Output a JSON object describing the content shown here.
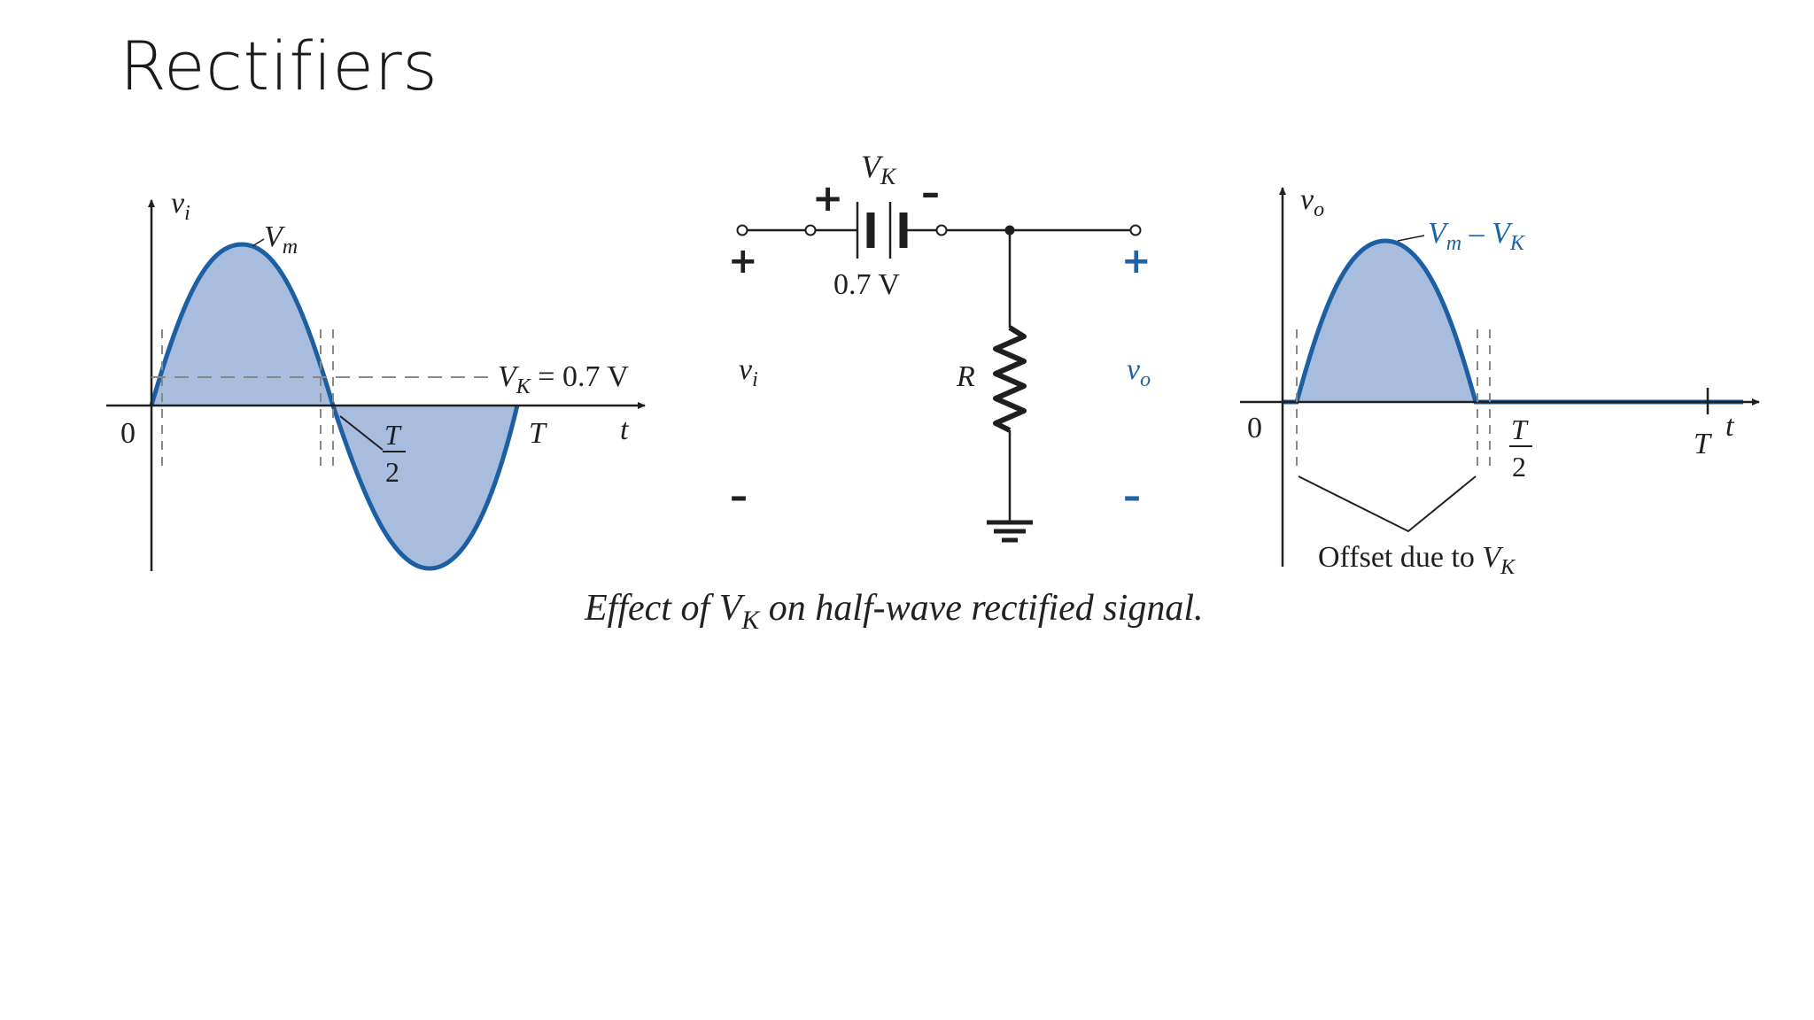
{
  "slide": {
    "title": "Rectifiers"
  },
  "input_plot": {
    "y_label": "v",
    "y_sub": "i",
    "peak_label": "V",
    "peak_sub": "m",
    "origin_label": "0",
    "half_period_num": "T",
    "half_period_den": "2",
    "period_label": "T",
    "t_axis_label": "t",
    "vk_label": "V",
    "vk_sub": "K",
    "vk_value": " = 0.7 V"
  },
  "circuit": {
    "vk_label": "V",
    "vk_sub": "K",
    "battery_value": "0.7 V",
    "battery_plus": "+",
    "battery_minus": "–",
    "in_plus": "+",
    "in_minus": "–",
    "vi_label": "v",
    "vi_sub": "i",
    "r_label": "R",
    "out_plus": "+",
    "out_minus": "–",
    "vo_label": "v",
    "vo_sub": "o"
  },
  "output_plot": {
    "y_label": "v",
    "y_sub": "o",
    "peak_label_a": "V",
    "peak_sub_a": "m",
    "peak_dash": " – ",
    "peak_label_b": "V",
    "peak_sub_b": "K",
    "origin_label": "0",
    "half_period_num": "T",
    "half_period_den": "2",
    "period_label": "T",
    "t_axis_label": "t",
    "offset_text": "Offset due to ",
    "offset_v": "V",
    "offset_sub": "K"
  },
  "caption": {
    "pre": "Effect of V",
    "sub": "K",
    "post": " on half-wave rectified signal."
  },
  "colors": {
    "curve": "#1d5fa3",
    "fill": "#a8bddd",
    "text_blue": "#1e63a6",
    "ink": "#1f1f1f"
  }
}
